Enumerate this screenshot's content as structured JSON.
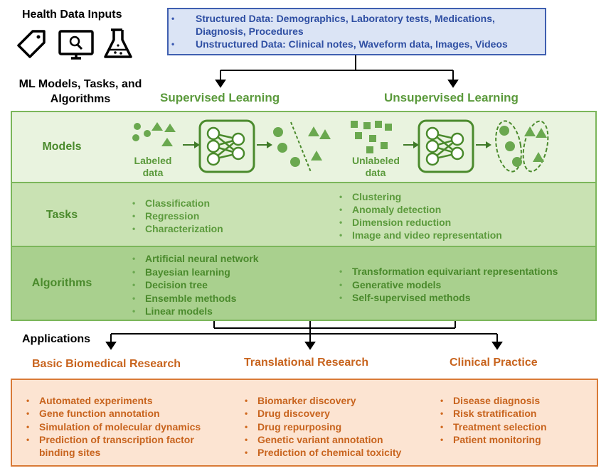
{
  "inputs": {
    "title": "Health Data Inputs",
    "icons": [
      "tag-icon",
      "monitor-search-icon",
      "flask-icon"
    ],
    "box": [
      "Structured Data: Demographics, Laboratory tests, Medications, Diagnosis, Procedures",
      "Unstructured Data: Clinical notes, Waveform data, Images, Videos"
    ]
  },
  "ml": {
    "heading": "ML Models, Tasks, and Algorithms",
    "supervised": "Supervised Learning",
    "unsupervised": "Unsupervised Learning",
    "rows": {
      "models": "Models",
      "tasks": "Tasks",
      "algorithms": "Algorithms"
    },
    "labeled_data": "Labeled data",
    "unlabeled_data": "Unlabeled data",
    "tasks_supervised": [
      "Classification",
      "Regression",
      "Characterization"
    ],
    "tasks_unsupervised": [
      "Clustering",
      "Anomaly detection",
      "Dimension reduction",
      "Image and video representation"
    ],
    "alg_supervised": [
      "Artificial neural network",
      "Bayesian learning",
      "Decision tree",
      "Ensemble methods",
      "Linear models"
    ],
    "alg_unsupervised": [
      "Transformation equivariant representations",
      "Generative models",
      "Self-supervised methods"
    ]
  },
  "applications": {
    "heading": "Applications",
    "columns": [
      {
        "title": "Basic Biomedical Research",
        "items": [
          "Automated experiments",
          "Gene function annotation",
          "Simulation of molecular dynamics",
          "Prediction of transcription factor binding sites"
        ]
      },
      {
        "title": "Translational Research",
        "items": [
          "Biomarker discovery",
          "Drug discovery",
          "Drug repurposing",
          "Genetic variant annotation",
          "Prediction of chemical toxicity"
        ]
      },
      {
        "title": "Clinical Practice",
        "items": [
          "Disease diagnosis",
          "Risk stratification",
          "Treatment selection",
          "Patient monitoring"
        ]
      }
    ]
  },
  "colors": {
    "green_accent": "#5b9a3c",
    "band_models": "#e9f3df",
    "band_tasks": "#c9e2b3",
    "band_algorithms": "#a9d08e",
    "orange_accent": "#c8641e",
    "orange_fill": "#fce4d2",
    "blue_text": "#2f4fa3",
    "blue_fill": "#dbe4f5"
  }
}
